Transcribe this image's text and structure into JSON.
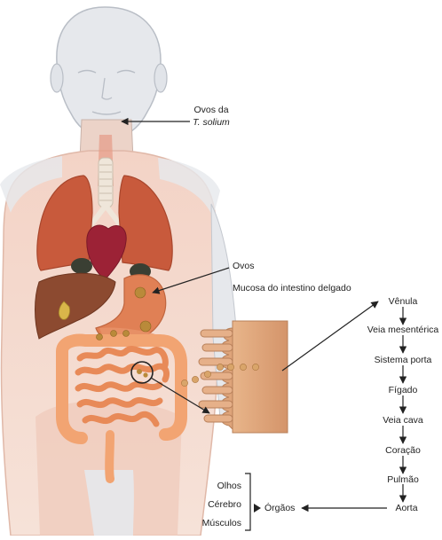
{
  "labels": {
    "eggs_title": "Ovos da",
    "eggs_species": "T. solium",
    "ovos": "Ovos",
    "mucosa": "Mucosa do intestino delgado",
    "pathway": [
      "Vênula",
      "Veia mesentérica",
      "Sistema porta",
      "Fígado",
      "Veia cava",
      "Coração",
      "Pulmão",
      "Aorta"
    ],
    "orgaos": "Órgãos",
    "organ_list": [
      "Olhos",
      "Cérebro",
      "Músculos"
    ]
  },
  "colors": {
    "body": "#e6e8ec",
    "body_outline": "#b9bec6",
    "lungs": "#c85a3c",
    "heart": "#9c2236",
    "liver": "#8c4a30",
    "stomach": "#e08055",
    "intestine": "#f2a472",
    "villi": "#dea47a",
    "arrow": "#222222"
  }
}
